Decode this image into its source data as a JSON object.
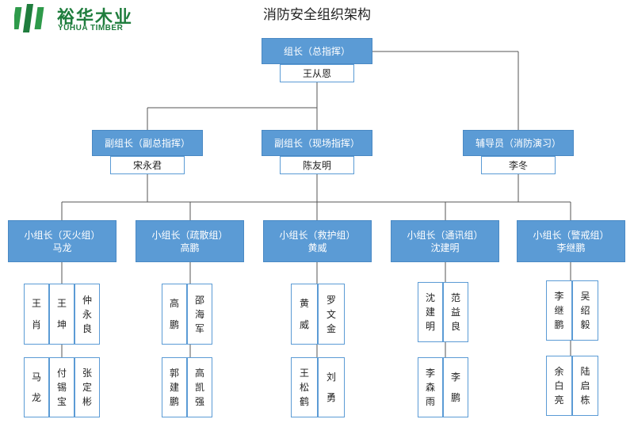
{
  "logo": {
    "name_cn": "裕华木业",
    "name_en": "YUHUA TIMBER",
    "colors": {
      "brand": "#1f7d3d",
      "accent": "#5b9bd5"
    }
  },
  "title": "消防安全组织架构",
  "leader": {
    "role": "组长（总指挥）",
    "name": "王从恩"
  },
  "deputies": [
    {
      "role": "副组长（副总指挥）",
      "name": "宋永君"
    },
    {
      "role": "副组长（现场指挥）",
      "name": "陈友明"
    },
    {
      "role": "辅导员（消防演习）",
      "name": "李冬"
    }
  ],
  "groups": [
    {
      "role": "小组长（灭火组）",
      "leader": "马龙",
      "members": [
        "王肖",
        "王坤",
        "仲永良",
        "马龙",
        "付锡宝",
        "张定彬"
      ]
    },
    {
      "role": "小组长（疏散组）",
      "leader": "高鹏",
      "members": [
        "高鹏",
        "邵海军",
        "郭建鹏",
        "高凯强"
      ]
    },
    {
      "role": "小组长（救护组）",
      "leader": "黄威",
      "members": [
        "黄威",
        "罗文金",
        "王松鹤",
        "刘勇"
      ]
    },
    {
      "role": "小组长（通讯组）",
      "leader": "沈建明",
      "members": [
        "沈建明",
        "范益良",
        "李森雨",
        "李鹏"
      ]
    },
    {
      "role": "小组长（警戒组）",
      "leader": "李继鹏",
      "members": [
        "李继鹏",
        "吴绍毅",
        "余白亮",
        "陆启栋"
      ]
    }
  ]
}
